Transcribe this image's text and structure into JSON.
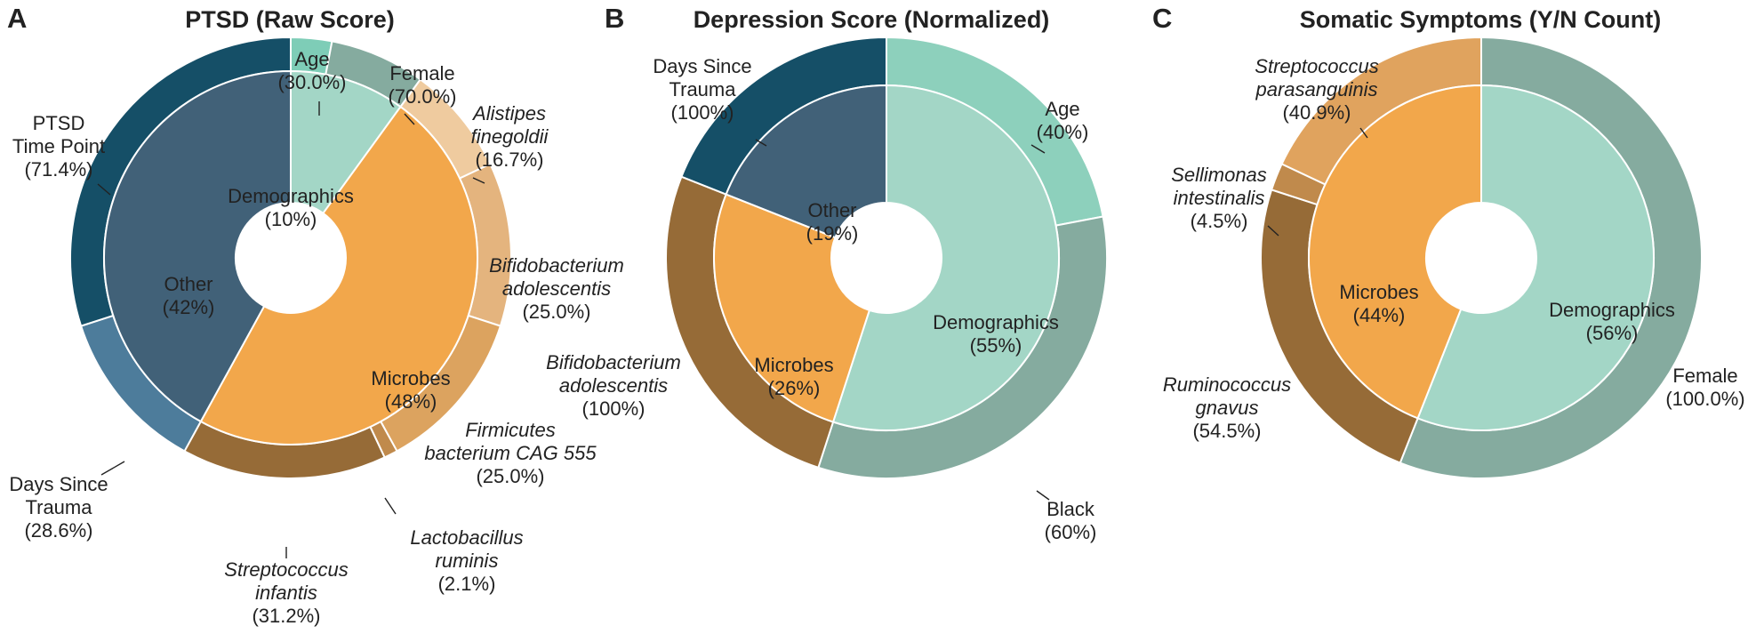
{
  "chart_data": [
    {
      "type": "pie",
      "panel_letter": "A",
      "title": "PTSD (Raw Score)",
      "inner": [
        {
          "name": "Demographics",
          "pct_label": "(10%)",
          "value": 10,
          "color": "#a3d6c6"
        },
        {
          "name": "Microbes",
          "pct_label": "(48%)",
          "value": 48,
          "color": "#f2a74b"
        },
        {
          "name": "Other",
          "pct_label": "(42%)",
          "value": 42,
          "color": "#416178"
        }
      ],
      "outer": [
        {
          "name": "Age",
          "name_lines": [
            "Age"
          ],
          "pct_label": "(30.0%)",
          "value": 3.0,
          "color": "#7ecdb7",
          "italic": false
        },
        {
          "name": "Female",
          "name_lines": [
            "Female"
          ],
          "pct_label": "(70.0%)",
          "value": 7.0,
          "color": "#85ab9f",
          "italic": false
        },
        {
          "name": "Alistipes finegoldii",
          "name_lines": [
            "Alistipes",
            "finegoldii"
          ],
          "pct_label": "(16.7%)",
          "value": 8.0,
          "color": "#efcb9f",
          "italic": true
        },
        {
          "name": "Bifidobacterium adolescentis",
          "name_lines": [
            "Bifidobacterium",
            "adolescentis"
          ],
          "pct_label": "(25.0%)",
          "value": 12.0,
          "color": "#e4b47e",
          "italic": true
        },
        {
          "name": "Firmicutes bacterium CAG 555",
          "name_lines": [
            "Firmicutes",
            "bacterium CAG 555"
          ],
          "pct_label": "(25.0%)",
          "value": 12.0,
          "color": "#dca35f",
          "italic": true
        },
        {
          "name": "Lactobacillus ruminis",
          "name_lines": [
            "Lactobacillus",
            "ruminis"
          ],
          "pct_label": "(2.1%)",
          "value": 1.0,
          "color": "#c08a4c",
          "italic": true
        },
        {
          "name": "Streptococcus infantis",
          "name_lines": [
            "Streptococcus",
            "infantis"
          ],
          "pct_label": "(31.2%)",
          "value": 15.0,
          "color": "#966b37",
          "italic": true
        },
        {
          "name": "Days Since Trauma",
          "name_lines": [
            "Days Since",
            "Trauma"
          ],
          "pct_label": "(28.6%)",
          "value": 12.0,
          "color": "#4d7c9b",
          "italic": false
        },
        {
          "name": "PTSD Time Point",
          "name_lines": [
            "PTSD",
            "Time Point"
          ],
          "pct_label": "(71.4%)",
          "value": 30.0,
          "color": "#154f67",
          "italic": false
        }
      ]
    },
    {
      "type": "pie",
      "panel_letter": "B",
      "title": "Depression Score (Normalized)",
      "inner": [
        {
          "name": "Demographics",
          "pct_label": "(55%)",
          "value": 55,
          "color": "#a3d6c6"
        },
        {
          "name": "Microbes",
          "pct_label": "(26%)",
          "value": 26,
          "color": "#f2a74b"
        },
        {
          "name": "Other",
          "pct_label": "(19%)",
          "value": 19,
          "color": "#416178"
        }
      ],
      "outer": [
        {
          "name": "Age",
          "name_lines": [
            "Age"
          ],
          "pct_label": "(40%)",
          "value": 22.0,
          "color": "#8dd0bc",
          "italic": false
        },
        {
          "name": "Black",
          "name_lines": [
            "Black"
          ],
          "pct_label": "(60%)",
          "value": 33.0,
          "color": "#85ab9f",
          "italic": false
        },
        {
          "name": "Bifidobacterium adolescentis",
          "name_lines": [
            "Bifidobacterium",
            "adolescentis"
          ],
          "pct_label": "(100%)",
          "value": 26.0,
          "color": "#966b37",
          "italic": true
        },
        {
          "name": "Days Since Trauma",
          "name_lines": [
            "Days Since",
            "Trauma"
          ],
          "pct_label": "(100%)",
          "value": 19.0,
          "color": "#154f67",
          "italic": false
        }
      ]
    },
    {
      "type": "pie",
      "panel_letter": "C",
      "title": "Somatic Symptoms (Y/N Count)",
      "inner": [
        {
          "name": "Demographics",
          "pct_label": "(56%)",
          "value": 56,
          "color": "#a3d6c6"
        },
        {
          "name": "Microbes",
          "pct_label": "(44%)",
          "value": 44,
          "color": "#f2a74b"
        }
      ],
      "outer": [
        {
          "name": "Female",
          "name_lines": [
            "Female"
          ],
          "pct_label": "(100.0%)",
          "value": 56.0,
          "color": "#85ab9f",
          "italic": false
        },
        {
          "name": "Ruminococcus gnavus",
          "name_lines": [
            "Ruminococcus",
            "gnavus"
          ],
          "pct_label": "(54.5%)",
          "value": 24.0,
          "color": "#966b37",
          "italic": true
        },
        {
          "name": "Sellimonas intestinalis",
          "name_lines": [
            "Sellimonas",
            "intestinalis"
          ],
          "pct_label": "(4.5%)",
          "value": 2.0,
          "color": "#c08a4c",
          "italic": true
        },
        {
          "name": "Streptococcus parasanguinis",
          "name_lines": [
            "Streptococcus",
            "parasanguinis"
          ],
          "pct_label": "(40.9%)",
          "value": 18.0,
          "color": "#e0a35e",
          "italic": true
        }
      ]
    }
  ]
}
